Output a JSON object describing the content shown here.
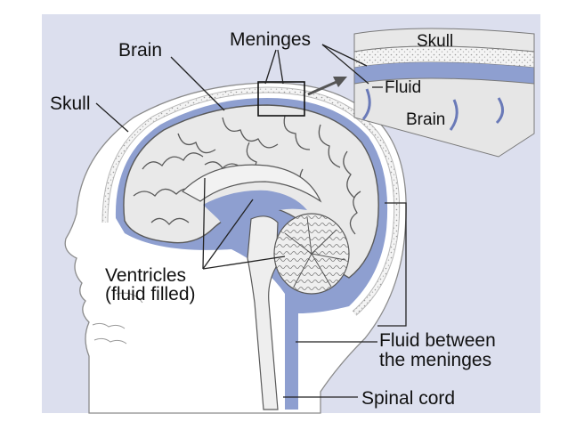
{
  "labels": {
    "brain": "Brain",
    "meninges": "Meninges",
    "skull": "Skull",
    "ventricles_line1": "Ventricles",
    "ventricles_line2": "(fluid filled)",
    "fluid_between_line1": "Fluid between",
    "fluid_between_line2": "the meninges",
    "spinal_cord": "Spinal cord"
  },
  "inset": {
    "skull": "Skull",
    "fluid": "Fluid",
    "brain": "Brain"
  },
  "colors": {
    "background_panel": "#dcdfee",
    "head_fill": "#ffffff",
    "head_outline": "#8b8b8b",
    "fluid_blue": "#8e9fd0",
    "brain_fill": "#e9e9e9",
    "brain_line": "#5a5a5a",
    "leader_line": "#222222"
  }
}
